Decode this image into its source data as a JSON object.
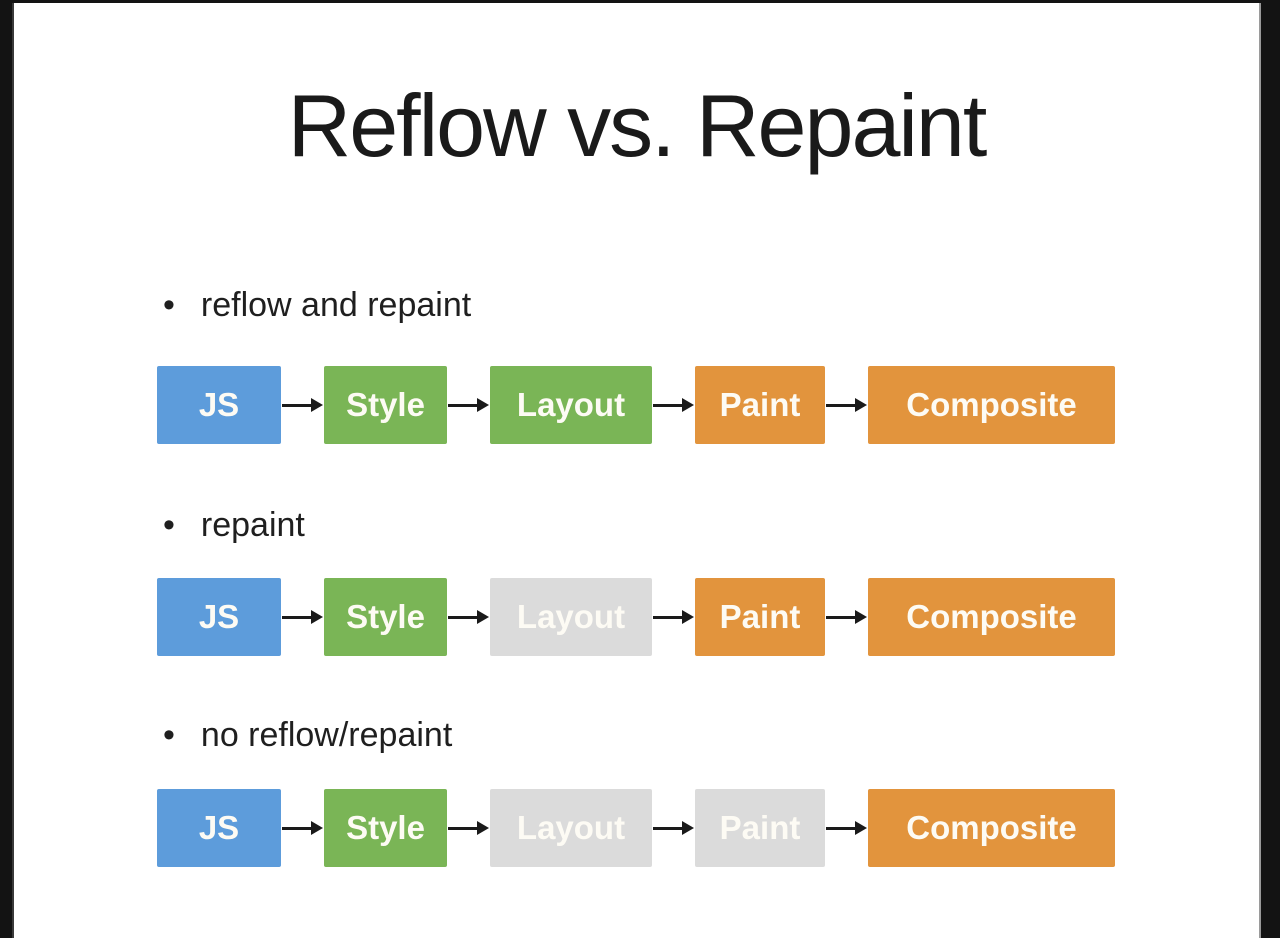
{
  "title": "Reflow vs. Repaint",
  "palette": {
    "canvas_background": "#131313",
    "slide_background": "#ffffff",
    "blue": "#5d9cdb",
    "green": "#7ab556",
    "orange": "#e2943d",
    "inactive_gray": "#dbdbdb",
    "text": "#1f1f1f",
    "box_text": "#ffffff",
    "arrow": "#1a1a1a"
  },
  "rows": [
    {
      "bullet": "•",
      "label": "reflow and repaint",
      "stages": [
        {
          "label": "JS",
          "color": "#5d9cdb"
        },
        {
          "label": "Style",
          "color": "#7ab556"
        },
        {
          "label": "Layout",
          "color": "#7ab556"
        },
        {
          "label": "Paint",
          "color": "#e2943d"
        },
        {
          "label": "Composite",
          "color": "#e2943d"
        }
      ]
    },
    {
      "bullet": "•",
      "label": "repaint",
      "stages": [
        {
          "label": "JS",
          "color": "#5d9cdb"
        },
        {
          "label": "Style",
          "color": "#7ab556"
        },
        {
          "label": "Layout",
          "color": "#dbdbdb"
        },
        {
          "label": "Paint",
          "color": "#e2943d"
        },
        {
          "label": "Composite",
          "color": "#e2943d"
        }
      ]
    },
    {
      "bullet": "•",
      "label": "no reflow/repaint",
      "stages": [
        {
          "label": "JS",
          "color": "#5d9cdb"
        },
        {
          "label": "Style",
          "color": "#7ab556"
        },
        {
          "label": "Layout",
          "color": "#dbdbdb"
        },
        {
          "label": "Paint",
          "color": "#dbdbdb"
        },
        {
          "label": "Composite",
          "color": "#e2943d"
        }
      ]
    }
  ]
}
